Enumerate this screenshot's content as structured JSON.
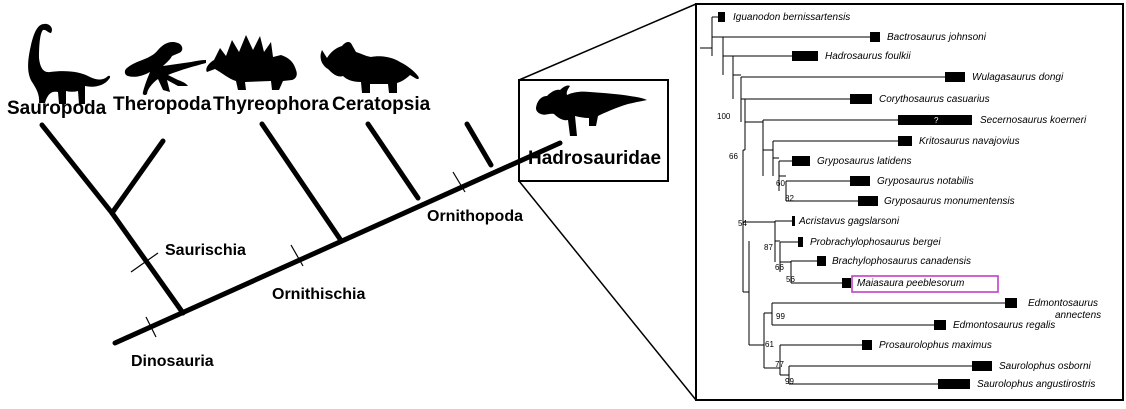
{
  "dinosaur_tree": {
    "clades": {
      "sauropoda": "Sauropoda",
      "theropoda": "Theropoda",
      "thyreophora": "Thyreophora",
      "ceratopsia": "Ceratopsia",
      "hadrosauridae": "Hadrosauridae"
    },
    "nodes": {
      "saurischia": "Saurischia",
      "ornithischia": "Ornithischia",
      "ornithopoda": "Ornithopoda",
      "dinosauria": "Dinosauria"
    }
  },
  "cladogram": {
    "taxa": [
      "Iguanodon bernissartensis",
      "Bactrosaurus johnsoni",
      "Hadrosaurus foulkii",
      "Wulagasaurus dongi",
      "Corythosaurus casuarius",
      "Secernosaurus koerneri",
      "Kritosaurus navajovius",
      "Gryposaurus latidens",
      "Gryposaurus notabilis",
      "Gryposaurus monumentensis",
      "Acristavus gagslarsoni",
      "Probrachylophosaurus bergei",
      "Brachylophosaurus canadensis",
      "Maiasaura peeblesorum",
      "Edmontosaurus annectens",
      "Edmontosaurus regalis",
      "Prosaurolophus maximus",
      "Saurolophus osborni",
      "Saurolophus angustirostris"
    ],
    "edmontosaurus_annectens_line1": "Edmontosaurus",
    "edmontosaurus_annectens_line2": "annectens",
    "highlighted_taxon": "Maiasaura peeblesorum",
    "highlight_color": "#c040c8",
    "uncertain_marker": "?",
    "support_values": [
      "100",
      "66",
      "60",
      "82",
      "54",
      "87",
      "66",
      "56",
      "99",
      "61",
      "77",
      "99"
    ]
  }
}
